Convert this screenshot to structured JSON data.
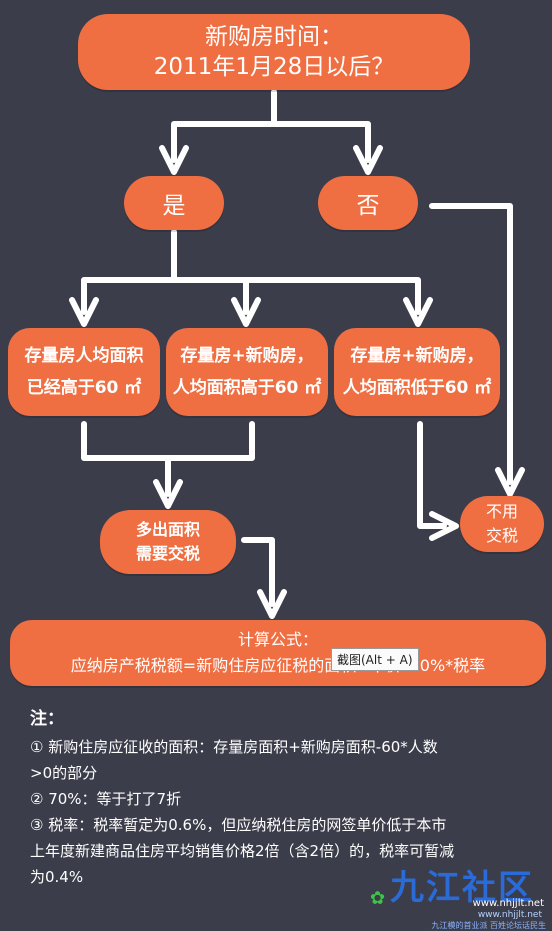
{
  "question": {
    "line1": "新购房时间：",
    "line2": "2011年1月28日以后？"
  },
  "yes_label": "是",
  "no_label": "否",
  "conditions": [
    {
      "line1": "存量房人均面积",
      "line2": "已经高于60 ㎡"
    },
    {
      "line1": "存量房+新购房，",
      "line2": "人均面积高于60 ㎡"
    },
    {
      "line1": "存量房+新购房，",
      "line2": "人均面积低于60 ㎡"
    }
  ],
  "extra_area": {
    "line1": "多出面积",
    "line2": "需要交税"
  },
  "no_tax": {
    "line1": "不用",
    "line2": "交税"
  },
  "formula": {
    "title": "计算公式：",
    "text": "应纳房产税税额=新购住房应征税的面积×单价*70%*税率"
  },
  "tooltip": "截图(Alt + A)",
  "notes": {
    "title": "注：",
    "lines": [
      "① 新购住房应征收的面积：存量房面积+新购房面积-60*人数",
      ">0的部分",
      "② 70%：等于打了7折",
      "③ 税率：税率暂定为0.6%，但应纳税住房的网签单价低于本市",
      "上年度新建商品住房平均销售价格2倍（含2倍）的，税率可暂减",
      "为0.4%"
    ]
  },
  "watermark": {
    "logo": "九江社区",
    "url1": "www.nhjjlt.net",
    "url2": "www.nhjjlt.net",
    "slogan": "九江模的首业派 百姓论坛话民生"
  },
  "colors": {
    "background": "#3b3d4a",
    "box": "#ef6f43",
    "arrow": "#ffffff"
  }
}
